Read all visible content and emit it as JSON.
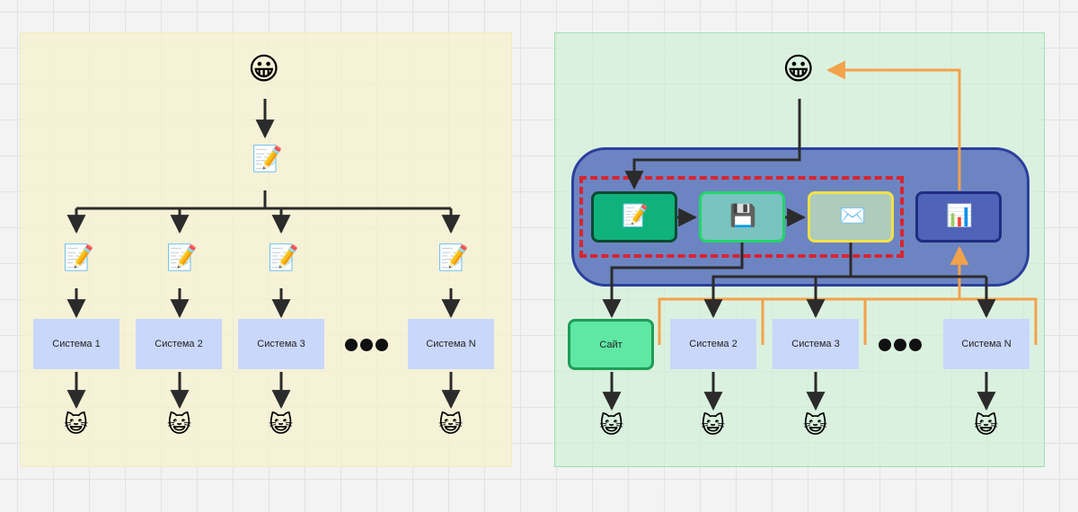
{
  "left_panel": {
    "user_icon": "😀",
    "document_icon": "📝",
    "cat_icon": "😺",
    "systems": [
      {
        "label": "Система 1"
      },
      {
        "label": "Система 2"
      },
      {
        "label": "Система 3"
      },
      {
        "label": "Система N"
      }
    ]
  },
  "right_panel": {
    "user_icon": "😀",
    "document_icon": "📝",
    "disk_icon": "💾",
    "mail_icon": "✉️",
    "chart_icon": "📊",
    "cat_icon": "😺",
    "site_label": "Сайт",
    "systems": [
      {
        "label": "Система 2"
      },
      {
        "label": "Система 3"
      },
      {
        "label": "Система N"
      }
    ]
  },
  "colors": {
    "left_frame": "#f6f2cd",
    "right_frame": "#d0efd6",
    "system_box": "#c9d7fb",
    "site_box": "#5fe7a4",
    "platform": "#6d84c2",
    "dashed_border": "#d7252f",
    "orange_connector": "#f2a24b",
    "arrow": "#2b2b2b"
  }
}
